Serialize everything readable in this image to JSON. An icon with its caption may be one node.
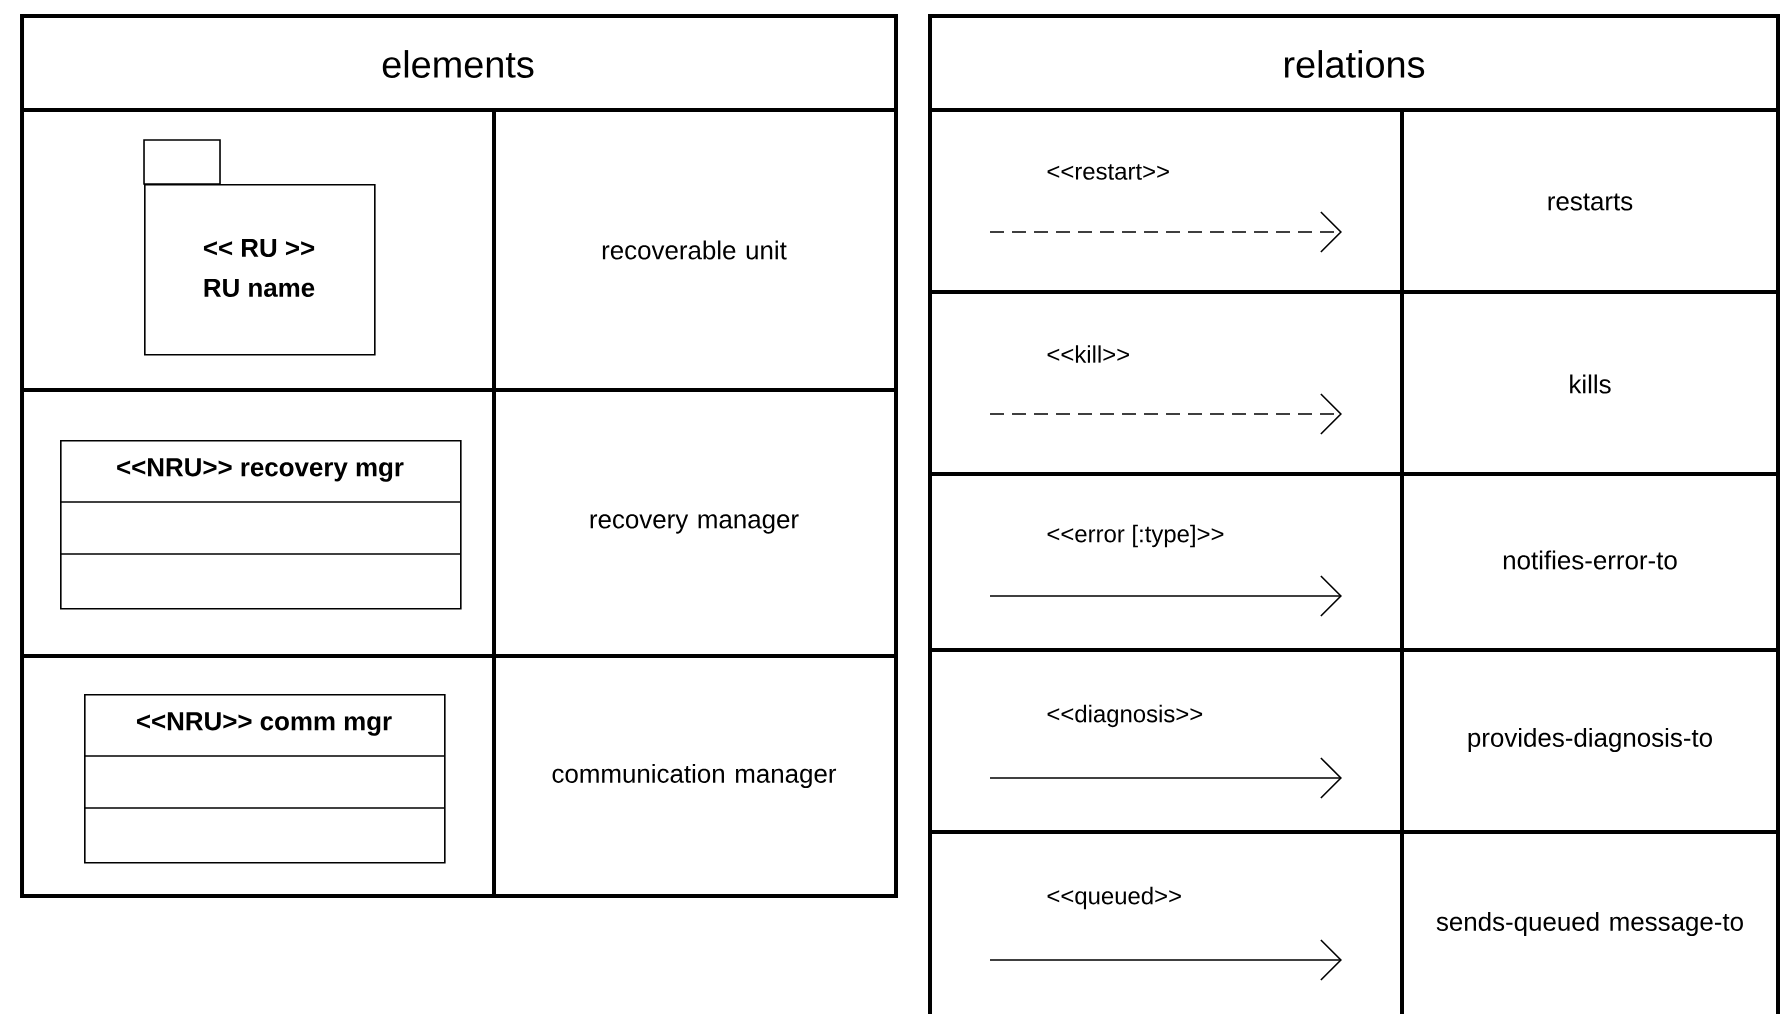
{
  "diagram": {
    "nodes": [
      {
        "text": [
          "<< RU >>",
          "RU name"
        ]
      },
      {
        "text": [
          "<<NRU>> recovery mgr"
        ]
      },
      {
        "text": [
          "<<NRU>> comm mgr"
        ]
      }
    ],
    "labels": [
      "elements",
      "recoverable unit",
      "recovery manager",
      "communication manager",
      "relations",
      "<<restart>>",
      "<<kill>>",
      "<<error [:type]>>",
      "<<diagnosis>>",
      "<<queued>>"
    ],
    "legend": [
      {
        "text": "restarts"
      },
      {
        "text": "kills"
      },
      {
        "text": "notifies-error-to"
      },
      {
        "text": "provides-diagnosis-to"
      },
      {
        "text": "sends-queued message-to"
      }
    ]
  }
}
